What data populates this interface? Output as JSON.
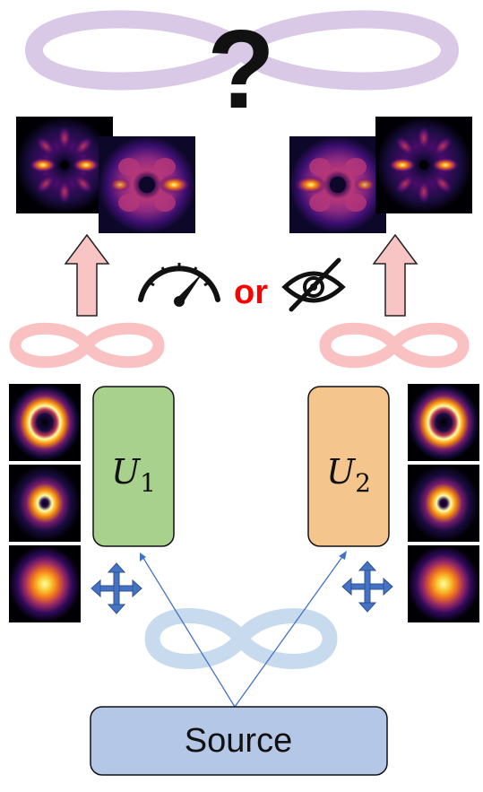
{
  "question_mark": "?",
  "choice_word": "or",
  "unitary_1": {
    "symbol": "U",
    "subscript": "1"
  },
  "unitary_2": {
    "symbol": "U",
    "subscript": "2"
  },
  "source_label": "Source",
  "colors": {
    "top_infinity": "#d9c8e6",
    "side_infinity": "#f9c1c1",
    "source_infinity": "#c8daed",
    "arrow_up_fill": "#f8c4c4",
    "unitary_1_fill": "#a9d18e",
    "unitary_2_fill": "#f4c68e",
    "source_fill": "#b4c7e7",
    "move_arrows": "#4472c4",
    "beam_lines": "#4472c4",
    "or_text": "#ff0000"
  },
  "icons": {
    "speed": "speedometer-icon",
    "hidden": "eye-slash-icon",
    "move": "four-way-arrow-icon"
  }
}
